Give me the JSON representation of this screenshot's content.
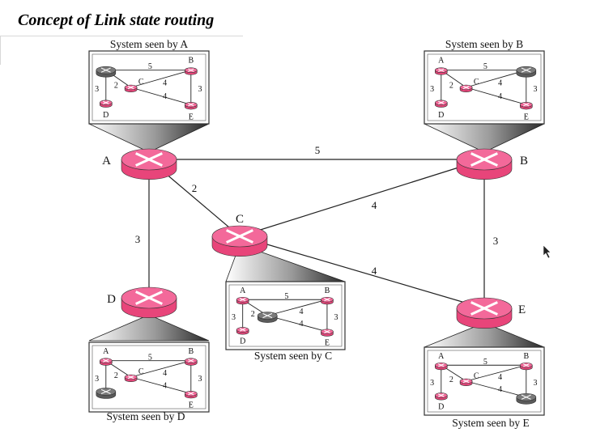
{
  "title": "Concept of Link state routing",
  "colors": {
    "router_fill": "#e8457a",
    "router_top": "#f3699a",
    "router_dark": "#5a5a5a",
    "router_dark_top": "#7a7a7a",
    "line": "#222222"
  },
  "main": {
    "routers": [
      {
        "id": "A",
        "label": "A"
      },
      {
        "id": "B",
        "label": "B"
      },
      {
        "id": "C",
        "label": "C"
      },
      {
        "id": "D",
        "label": "D"
      },
      {
        "id": "E",
        "label": "E"
      }
    ],
    "links": [
      {
        "from": "A",
        "to": "B",
        "cost": "5"
      },
      {
        "from": "A",
        "to": "C",
        "cost": "2"
      },
      {
        "from": "A",
        "to": "D",
        "cost": "3"
      },
      {
        "from": "C",
        "to": "B",
        "cost": "4"
      },
      {
        "from": "C",
        "to": "E",
        "cost": "4"
      },
      {
        "from": "B",
        "to": "E",
        "cost": "3"
      }
    ]
  },
  "views": [
    {
      "id": "A",
      "label": "System seen by A",
      "self": "A"
    },
    {
      "id": "B",
      "label": "System seen by B",
      "self": "B"
    },
    {
      "id": "C",
      "label": "System seen by C",
      "self": "C"
    },
    {
      "id": "D",
      "label": "System seen by D",
      "self": "D"
    },
    {
      "id": "E",
      "label": "System seen by E",
      "self": "E"
    }
  ]
}
